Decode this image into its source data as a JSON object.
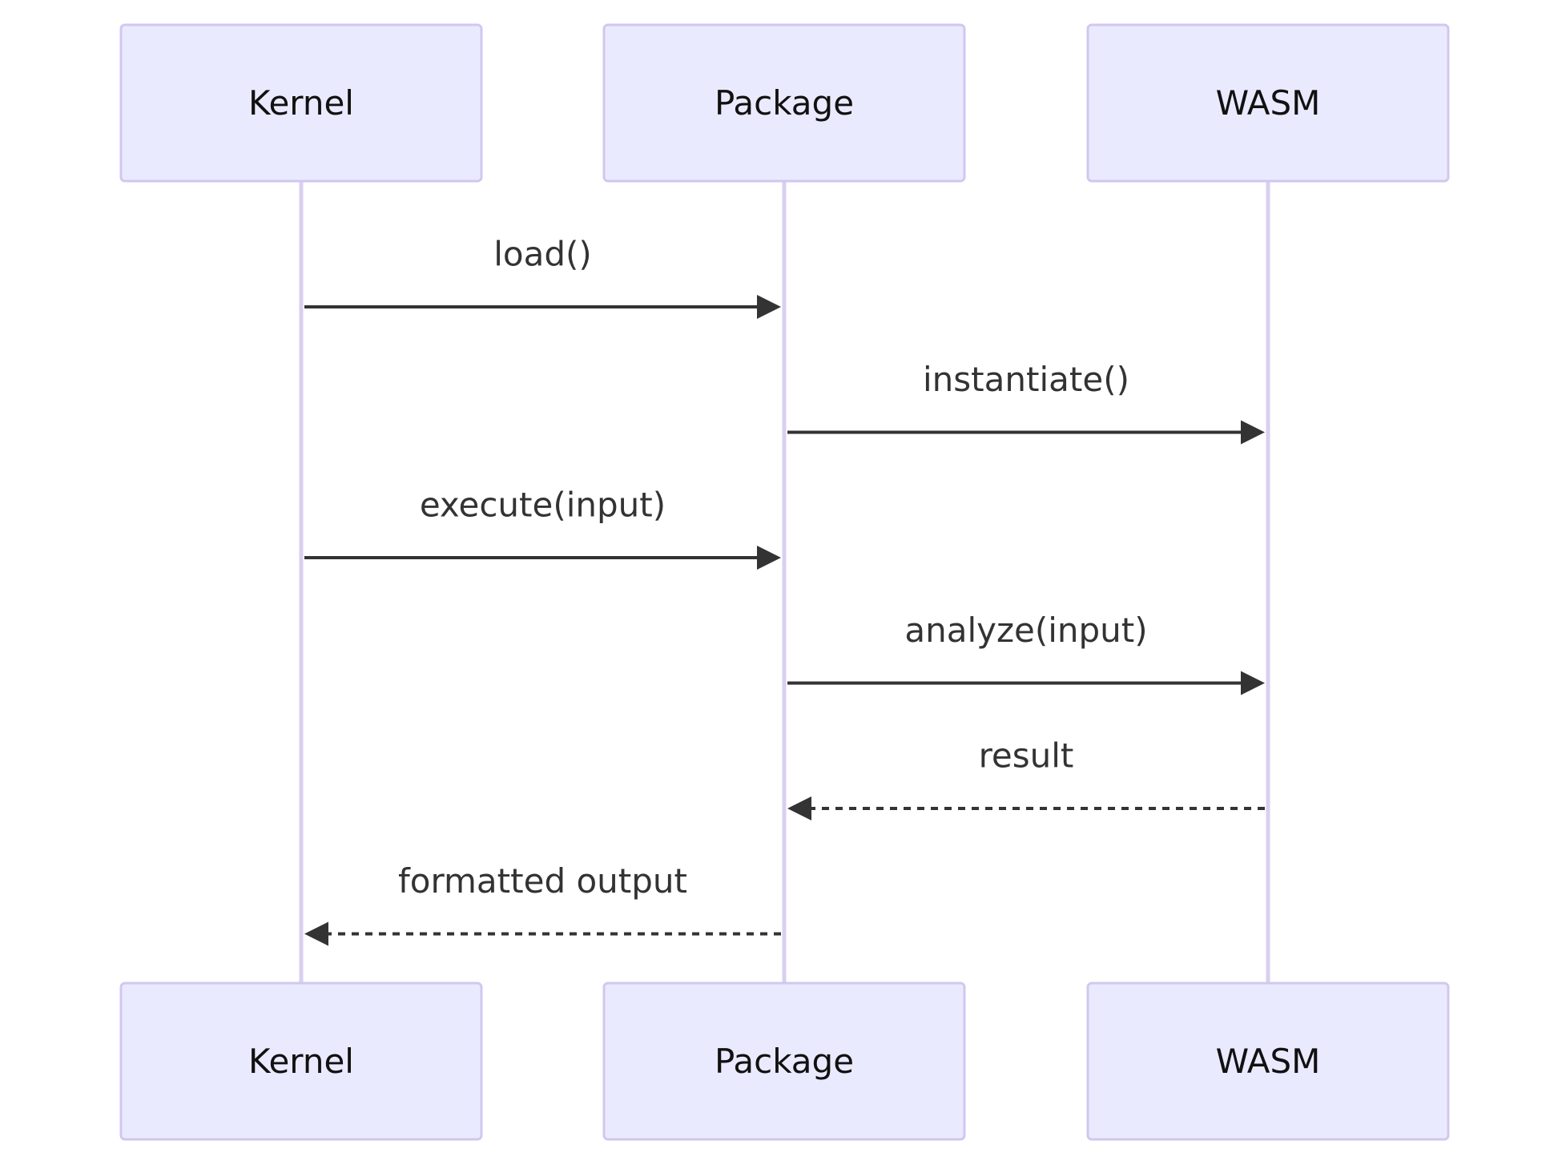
{
  "actors": [
    {
      "id": "kernel",
      "label": "Kernel"
    },
    {
      "id": "package",
      "label": "Package"
    },
    {
      "id": "wasm",
      "label": "WASM"
    }
  ],
  "messages": [
    {
      "id": "load",
      "from": "kernel",
      "to": "package",
      "label": "load()",
      "style": "solid"
    },
    {
      "id": "instantiate",
      "from": "package",
      "to": "wasm",
      "label": "instantiate()",
      "style": "solid"
    },
    {
      "id": "execute",
      "from": "kernel",
      "to": "package",
      "label": "execute(input)",
      "style": "solid"
    },
    {
      "id": "analyze",
      "from": "package",
      "to": "wasm",
      "label": "analyze(input)",
      "style": "solid"
    },
    {
      "id": "result",
      "from": "wasm",
      "to": "package",
      "label": "result",
      "style": "dashed"
    },
    {
      "id": "formatted-output",
      "from": "package",
      "to": "kernel",
      "label": "formatted output",
      "style": "dashed"
    }
  ],
  "colors": {
    "actor_fill": "#eaeaff",
    "actor_stroke": "#d2c7ef",
    "lifeline": "#d9cff0",
    "message": "#333333"
  }
}
